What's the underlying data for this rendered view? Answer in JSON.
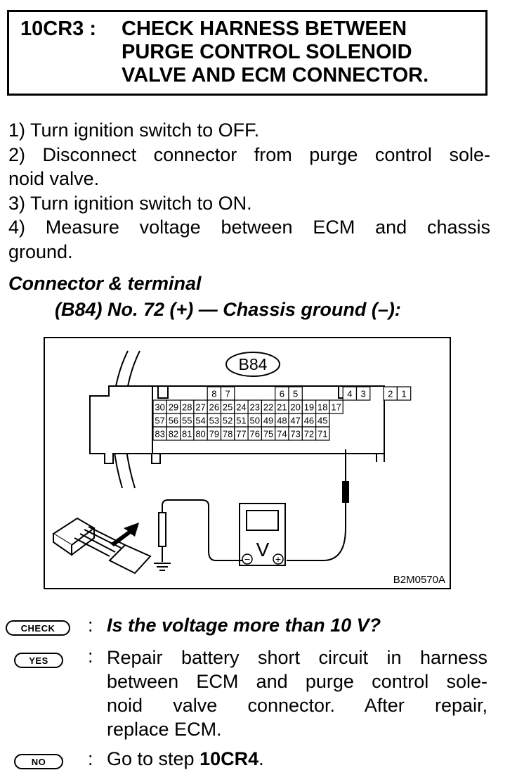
{
  "header": {
    "step_code": "10CR3 :",
    "title_lines": [
      "CHECK HARNESS BETWEEN",
      "PURGE CONTROL SOLENOID",
      "VALVE AND ECM CONNECTOR."
    ]
  },
  "instructions": {
    "step1": "1) Turn ignition switch to OFF.",
    "step2_line1": "2) Disconnect connector from purge control sole-",
    "step2_line2": "noid valve.",
    "step3": "3) Turn ignition switch to ON.",
    "step4_line1": "4) Measure voltage between ECM and chassis",
    "step4_line2": "ground."
  },
  "connector": {
    "heading": "Connector & terminal",
    "spec": "(B84) No. 72 (+) — Chassis ground (–):"
  },
  "diagram": {
    "connector_label": "B84",
    "figure_code": "B2M0570A",
    "meter_symbol": "V",
    "minus_symbol": "−",
    "plus_symbol": "+",
    "terminal_rows": {
      "top": [
        "8",
        "7",
        "6",
        "5",
        "4",
        "3",
        "2",
        "1"
      ],
      "row2": [
        "30",
        "29",
        "28",
        "27",
        "26",
        "25",
        "24",
        "23",
        "22",
        "21",
        "20",
        "19",
        "18",
        "17"
      ],
      "row3": [
        "57",
        "56",
        "55",
        "54",
        "53",
        "52",
        "51",
        "50",
        "49",
        "48",
        "47",
        "46",
        "45"
      ],
      "row4": [
        "83",
        "82",
        "81",
        "80",
        "79",
        "78",
        "77",
        "76",
        "75",
        "74",
        "73",
        "72",
        "71"
      ]
    }
  },
  "result": {
    "check_badge": "CHECK",
    "yes_badge": "YES",
    "no_badge": "NO",
    "separator": ":",
    "question": "Is the voltage more than 10 V?",
    "yes_lines": [
      "Repair battery short circuit in harness",
      "between ECM and purge control sole-",
      "noid valve connector. After repair,",
      "replace ECM."
    ],
    "no_text_prefix": "Go to step",
    "no_step": "10CR4",
    "no_text_suffix": "."
  }
}
